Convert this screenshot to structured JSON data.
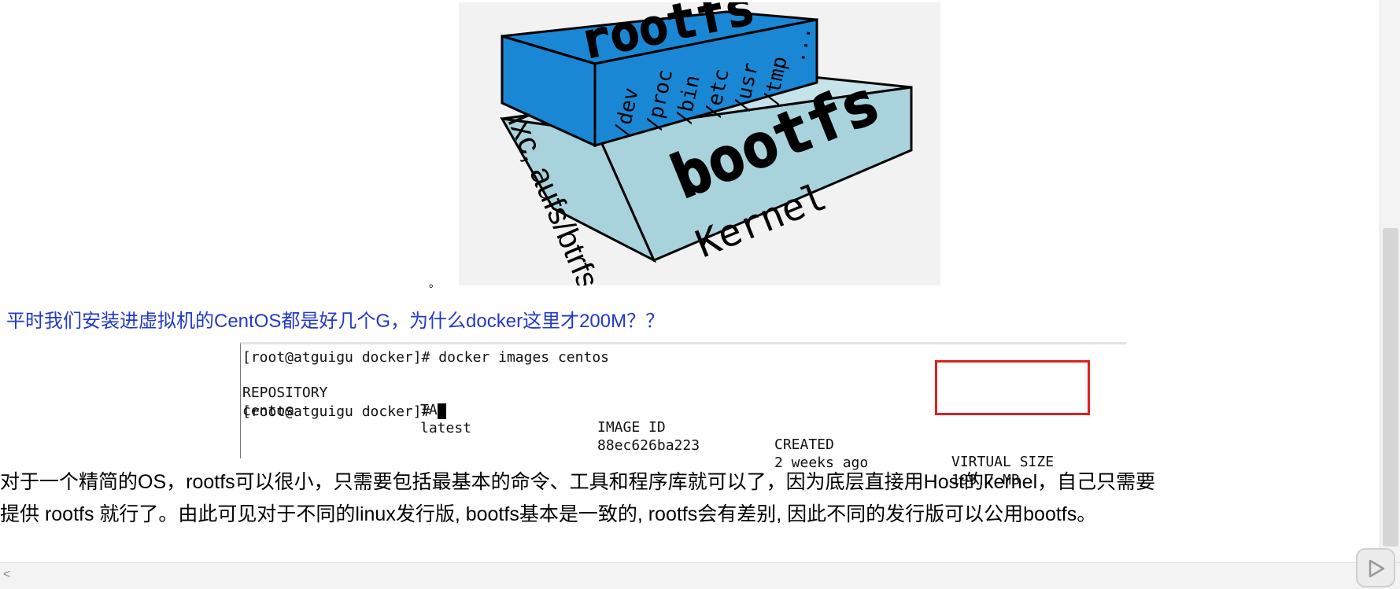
{
  "figure": {
    "rootfs_label": "rootfs",
    "bootfs_label": "bootfs",
    "kernel_label": "Kernel",
    "lxc_label": "lxc, aufs/btrfs",
    "dirs": [
      "/dev",
      "/proc",
      "/bin",
      "/etc",
      "/usr",
      "/tmp",
      "..."
    ],
    "colors": {
      "rootfs": "#1a87d4",
      "bootfs": "#a9d3dc",
      "background": "#f2f2f2"
    }
  },
  "caption_dot": "。",
  "question": "平时我们安装进虚拟机的CentOS都是好几个G，为什么docker这里才200M？？",
  "terminal": {
    "command_line": "[root@atguigu docker]# docker images centos",
    "headers": [
      "REPOSITORY",
      "TAG",
      "IMAGE ID",
      "CREATED",
      "VIRTUAL SIZE"
    ],
    "row": [
      "centos",
      "latest",
      "88ec626ba223",
      "2 weeks ago",
      "199.7 MB"
    ],
    "prompt": "[root@atguigu docker]#"
  },
  "explanation": {
    "line1": "对于一个精简的OS，rootfs可以很小，只需要包括最基本的命令、工具和程序库就可以了，因为底层直接用Host的kernel，自己只需要",
    "line2": "提供 rootfs 就行了。由此可见对于不同的linux发行版, bootfs基本是一致的, rootfs会有差别, 因此不同的发行版可以公用bootfs。"
  }
}
